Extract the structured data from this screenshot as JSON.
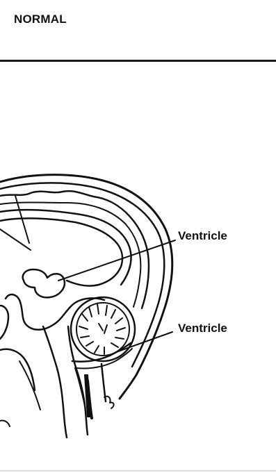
{
  "header": {
    "title": "NORMAL"
  },
  "labels": {
    "upper": "Ventricle",
    "lower": "Ventricle"
  },
  "colors": {
    "ink": "#111111",
    "paper": "#ffffff"
  }
}
